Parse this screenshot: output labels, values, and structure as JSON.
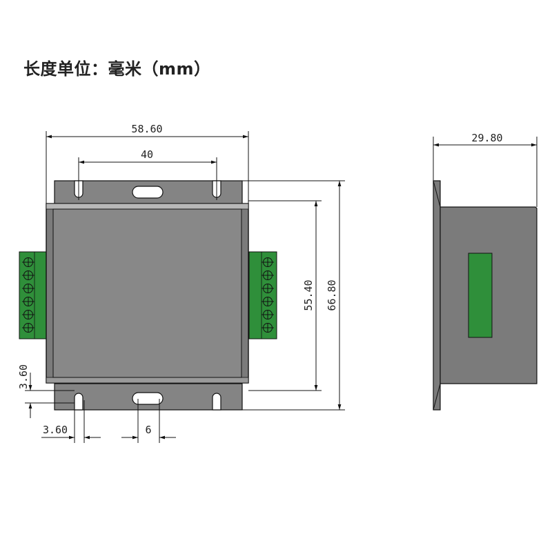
{
  "title": "长度单位：毫米（mm）",
  "dimensions": {
    "overall_width": "58.60",
    "hole_spacing": "40",
    "side_depth": "29.80",
    "body_height": "55.40",
    "overall_height": "66.80",
    "flange_offset": "3.60",
    "hole_offset": "3.60",
    "slot_width": "6"
  },
  "colors": {
    "body": "#7b7b7b",
    "body_front": "#888888",
    "flange": "#848484",
    "terminal": "#2f8f3a",
    "line": "#111111"
  }
}
